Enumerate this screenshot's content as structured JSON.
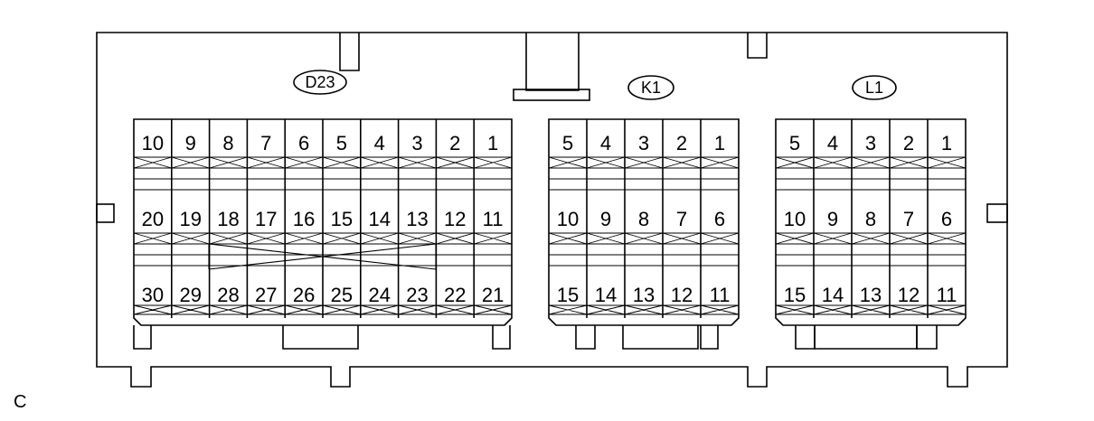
{
  "connectors": [
    {
      "label": "D23",
      "rows": [
        [
          "10",
          "9",
          "8",
          "7",
          "6",
          "5",
          "4",
          "3",
          "2",
          "1"
        ],
        [
          "20",
          "19",
          "18",
          "17",
          "16",
          "15",
          "14",
          "13",
          "12",
          "11"
        ],
        [
          "30",
          "29",
          "28",
          "27",
          "26",
          "25",
          "24",
          "23",
          "22",
          "21"
        ]
      ]
    },
    {
      "label": "K1",
      "rows": [
        [
          "5",
          "4",
          "3",
          "2",
          "1"
        ],
        [
          "10",
          "9",
          "8",
          "7",
          "6"
        ],
        [
          "15",
          "14",
          "13",
          "12",
          "11"
        ]
      ]
    },
    {
      "label": "L1",
      "rows": [
        [
          "5",
          "4",
          "3",
          "2",
          "1"
        ],
        [
          "10",
          "9",
          "8",
          "7",
          "6"
        ],
        [
          "15",
          "14",
          "13",
          "12",
          "11"
        ]
      ]
    }
  ],
  "corner_code": "C"
}
